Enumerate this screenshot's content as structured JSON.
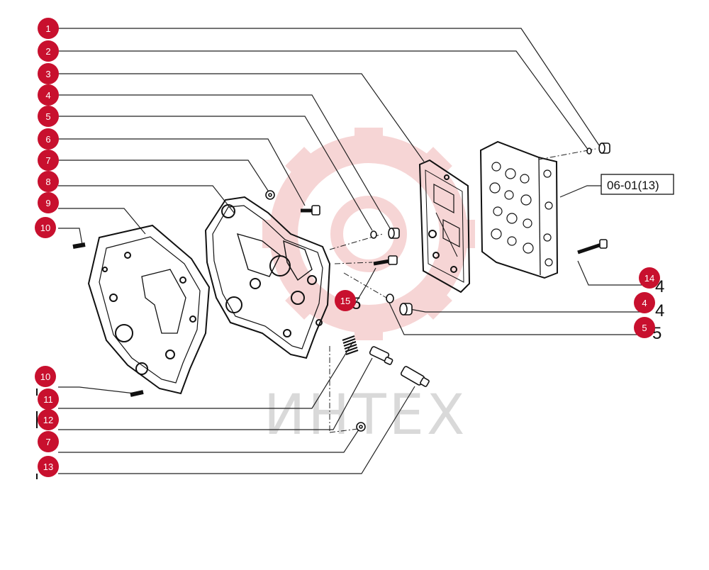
{
  "watermark": {
    "text": "ИНТЕХ",
    "color": "#f2c6c6"
  },
  "reference_box": {
    "label": "06-01(13)"
  },
  "callout_color": "#c8102e",
  "callouts": [
    {
      "id": "c1",
      "label": "1"
    },
    {
      "id": "c2",
      "label": "2"
    },
    {
      "id": "c3",
      "label": "3"
    },
    {
      "id": "c4",
      "label": "4"
    },
    {
      "id": "c5",
      "label": "5"
    },
    {
      "id": "c6",
      "label": "6"
    },
    {
      "id": "c7",
      "label": "7"
    },
    {
      "id": "c8",
      "label": "8"
    },
    {
      "id": "c9",
      "label": "9"
    },
    {
      "id": "c10",
      "label": "10"
    },
    {
      "id": "c10b",
      "label": "10"
    },
    {
      "id": "c11",
      "label": "11"
    },
    {
      "id": "c12",
      "label": "12"
    },
    {
      "id": "c7b",
      "label": "7"
    },
    {
      "id": "c13",
      "label": "13"
    },
    {
      "id": "c14",
      "label": "14"
    },
    {
      "id": "c4b",
      "label": "4"
    },
    {
      "id": "c5b",
      "label": "5"
    },
    {
      "id": "c15",
      "label": "15"
    }
  ]
}
